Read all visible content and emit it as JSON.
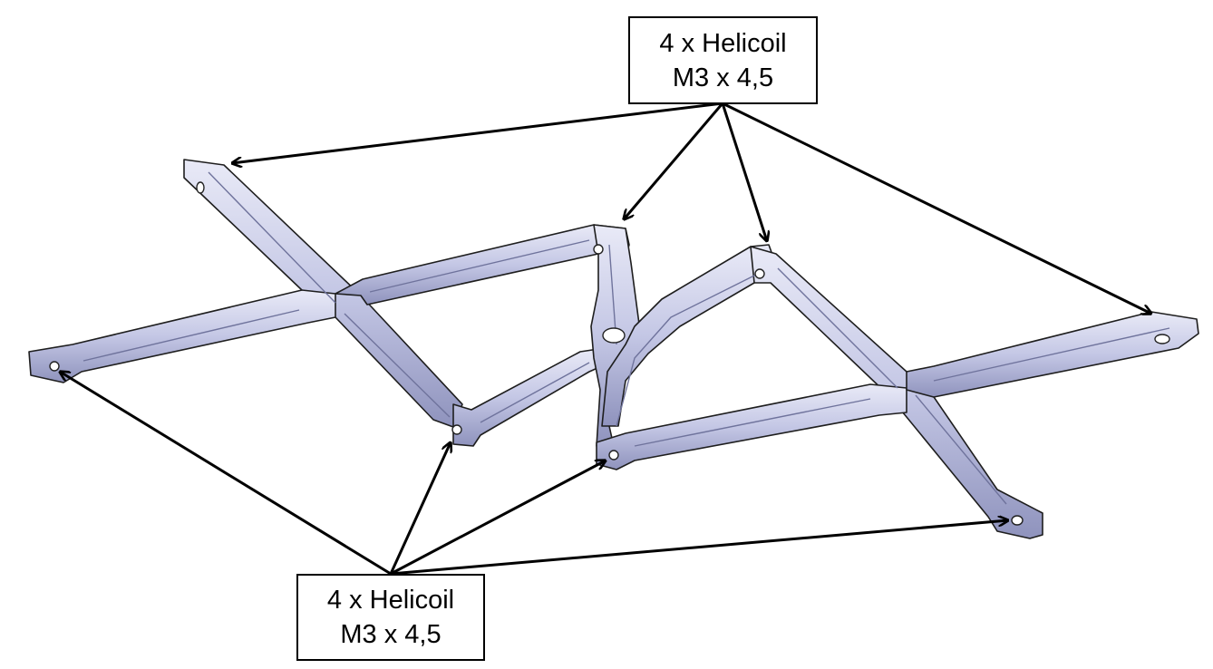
{
  "callouts": {
    "top": {
      "line1": "4 x Helicoil",
      "line2": "M3 x 4,5"
    },
    "bottom": {
      "line1": "4 x Helicoil",
      "line2": "M3 x 4,5"
    }
  },
  "colors": {
    "part_face": "#c3c6e4",
    "part_light": "#e4e6f5",
    "part_shadow": "#7f83ad",
    "outline": "#202020",
    "arrow": "#000000"
  }
}
